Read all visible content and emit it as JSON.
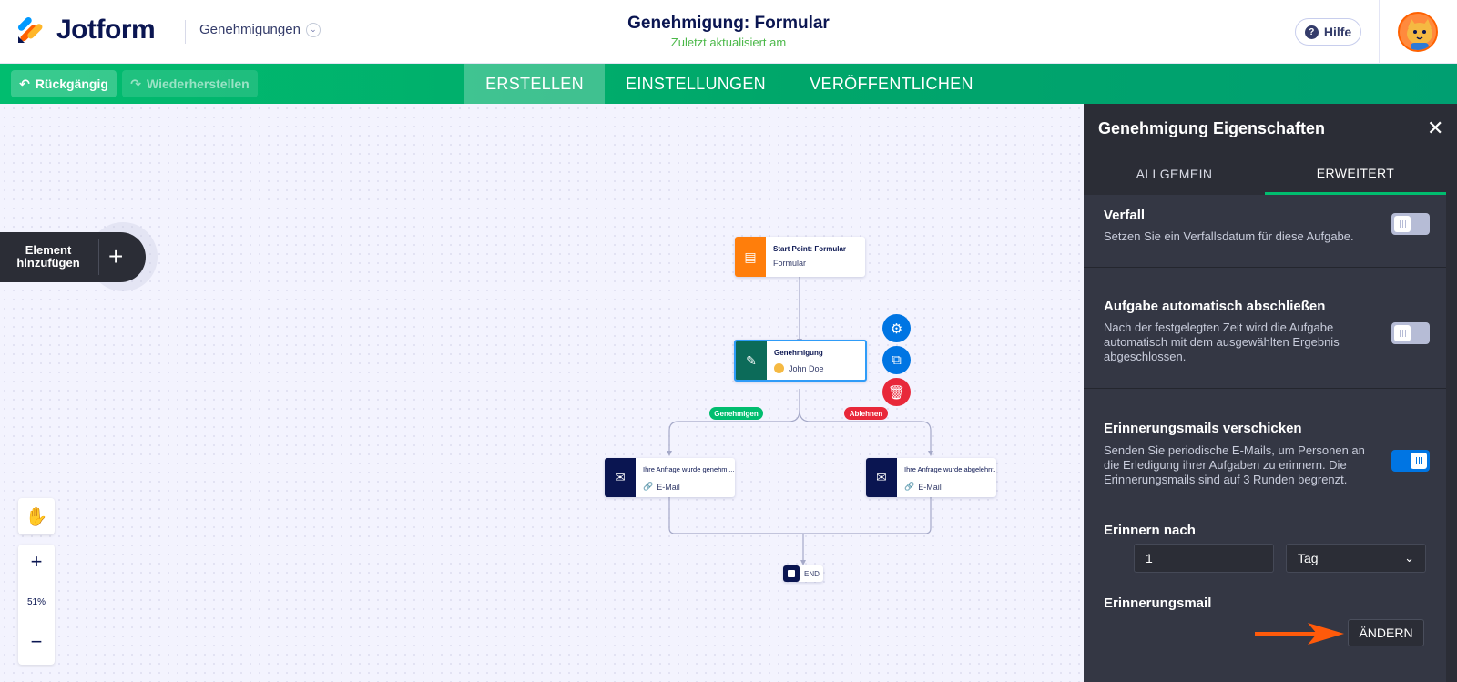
{
  "header": {
    "brand": "Jotform",
    "app_selector": "Genehmigungen",
    "form_title": "Genehmigung: Formular",
    "form_subtitle": "Zuletzt aktualisiert am",
    "help_label": "Hilfe"
  },
  "toolbar": {
    "undo_label": "Rückgängig",
    "redo_label": "Wiederherstellen",
    "tabs": [
      "ERSTELLEN",
      "EINSTELLUNGEN",
      "VERÖFFENTLICHEN"
    ],
    "active_tab": "ERSTELLEN"
  },
  "canvas": {
    "add_element_label": "Element hinzufügen",
    "zoom_level": "51%",
    "nodes": {
      "start": {
        "title": "Start Point: Formular",
        "subtitle": "Formular"
      },
      "approval": {
        "title": "Genehmigung",
        "assignee": "John Doe"
      },
      "email_approve": {
        "title": "Ihre Anfrage wurde genehmi...",
        "subtitle": "E-Mail"
      },
      "email_reject": {
        "title": "Ihre Anfrage wurde abgelehnt.",
        "subtitle": "E-Mail"
      },
      "end": {
        "label": "END"
      }
    },
    "branches": {
      "approve": "Genehmigen",
      "reject": "Ablehnen"
    }
  },
  "panel": {
    "title": "Genehmigung Eigenschaften",
    "tabs": [
      "ALLGEMEIN",
      "ERWEITERT"
    ],
    "active_tab": "ERWEITERT",
    "expiry": {
      "title": "Verfall",
      "desc": "Setzen Sie ein Verfallsdatum für diese Aufgabe.",
      "enabled": false
    },
    "auto_complete": {
      "title": "Aufgabe automatisch abschließen",
      "desc": "Nach der festgelegten Zeit wird die Aufgabe automatisch mit dem ausgewählten Ergebnis abgeschlossen.",
      "enabled": false
    },
    "reminders": {
      "title": "Erinnerungsmails verschicken",
      "desc": "Senden Sie periodische E-Mails, um Personen an die Erledigung ihrer Aufgaben zu erinnern. Die Erinnerungsmails sind auf 3 Runden begrenzt.",
      "enabled": true
    },
    "remind_after": {
      "label": "Erinnern nach",
      "value": "1",
      "unit": "Tag"
    },
    "reminder_mail": {
      "label": "Erinnerungsmail",
      "button": "ÄNDERN"
    }
  },
  "colors": {
    "brand_green": "#01bd6f",
    "panel_bg": "#343744",
    "accent_blue": "#0075e3",
    "orange": "#ff7e0b",
    "teal": "#0c6b59",
    "navy": "#0a1551",
    "red": "#e8283a"
  }
}
